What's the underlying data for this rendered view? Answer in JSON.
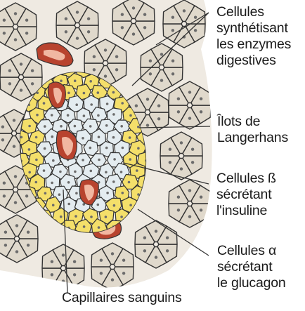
{
  "labels": {
    "acinar": [
      "Cellules",
      "synthétisant",
      "les enzymes",
      "digestives"
    ],
    "islets": [
      "Îlots de",
      "Langerhans"
    ],
    "beta": [
      "Cellules ß",
      "sécrétant",
      "l'insuline"
    ],
    "alpha": [
      "Cellules α",
      "sécrétant",
      "le glucagon"
    ],
    "capillaries": "Capillaires sanguins"
  },
  "colors": {
    "acinar_fill": "#e0d9cc",
    "beta_fill": "#e4ecf0",
    "alpha_fill": "#f4df6a",
    "capillary_outer": "#b8432e",
    "capillary_inner": "#f1b7a1",
    "outline": "#333333",
    "nucleus": "#6b6b6b"
  }
}
